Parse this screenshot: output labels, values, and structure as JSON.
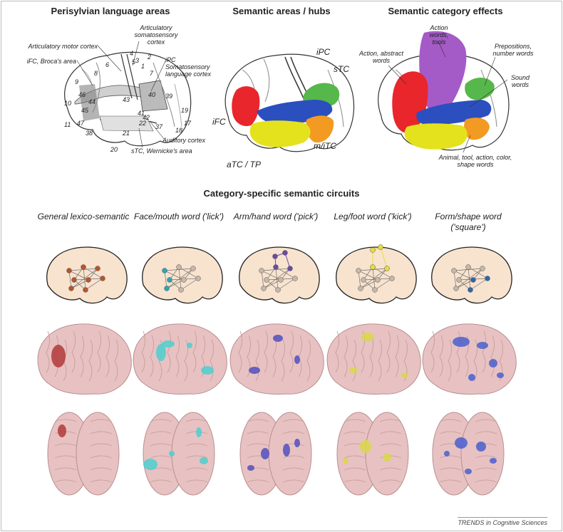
{
  "panels": {
    "perisylvian": {
      "title": "Perisylvian language areas",
      "labels": [
        "Articulatory somatosensory cortex",
        "Articulatory motor cortex",
        "iFC, Broca's area",
        "iPC Somatosensory language cortex",
        "Auditory cortex",
        "sTC, Wernicke's area"
      ],
      "brodmann": [
        "1",
        "2",
        "3",
        "4",
        "5",
        "6",
        "7",
        "8",
        "9",
        "10",
        "11",
        "17",
        "18",
        "19",
        "20",
        "21",
        "22",
        "37",
        "38",
        "39",
        "40",
        "41",
        "42",
        "43",
        "44",
        "45",
        "46",
        "47"
      ]
    },
    "hubs": {
      "title": "Semantic areas / hubs",
      "labels": [
        "iPC",
        "sTC",
        "iFC",
        "aTC / TP",
        "m/iTC"
      ]
    },
    "category": {
      "title": "Semantic category effects",
      "labels": [
        "Action words, tools",
        "Action, abstract words",
        "Prepositions, number words",
        "Sound words",
        "Animal, tool, action, color, shape words"
      ]
    }
  },
  "circuits": {
    "title": "Category-specific semantic circuits",
    "columns": [
      {
        "label": "General lexico-semantic",
        "color": "#b5552d"
      },
      {
        "label": "Face/mouth word ('lick')",
        "color": "#2aa6b5"
      },
      {
        "label": "Arm/hand word ('pick')",
        "color": "#6a4aa6"
      },
      {
        "label": "Leg/foot word ('kick')",
        "color": "#e6dc3c"
      },
      {
        "label": "Form/shape word ('square')",
        "color": "#2e66a8"
      }
    ],
    "blob_colors": [
      "#b23a3a",
      "#4ccfcf",
      "#5050c0",
      "#d8d84a",
      "#4a5fd0"
    ]
  },
  "colors": {
    "red": "#e8262b",
    "purple": "#a55bc7",
    "green": "#56b84a",
    "blue": "#2b4fbf",
    "orange": "#f29a22",
    "yellow": "#e3e21d",
    "brain_fill": "#f8e3cf",
    "brain_pink": "#e8c2c2"
  },
  "credit": "TRENDS in Cognitive Sciences"
}
